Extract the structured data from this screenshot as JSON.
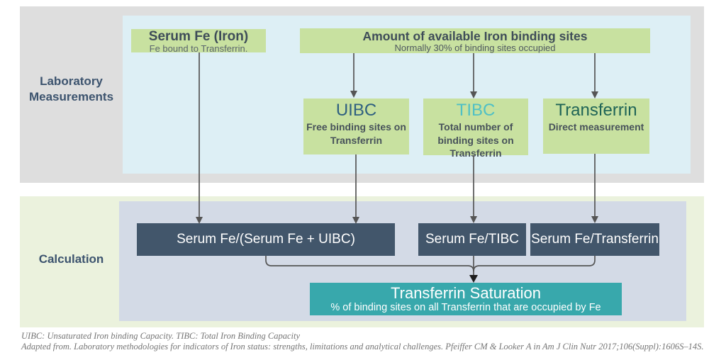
{
  "palette": {
    "lab_section_bg": "#dedede",
    "lab_inner_bg": "#ddeff5",
    "measurement_box_green": "#c8e1a0",
    "calc_section_bg": "#ebf2dd",
    "calc_inner_bg": "#d3dae6",
    "formula_box_slate": "#42566b",
    "result_box_teal": "#38a8ac",
    "section_label_text": "#3c536e",
    "uibc_title_text": "#2f6080",
    "tibc_title_text": "#4fc0c5",
    "transferrin_title_text": "#1f6456",
    "connector_gray": "#555555"
  },
  "lab_section": {
    "label": "Laboratory\nMeasurements",
    "serum_fe": {
      "title": "Serum Fe (Iron)",
      "subtitle": "Fe bound to Transferrin."
    },
    "binding_sites": {
      "title": "Amount of available Iron binding sites",
      "subtitle": "Normally 30% of binding sites occupied"
    },
    "uibc": {
      "title": "UIBC",
      "subtitle": "Free binding sites on Transferrin"
    },
    "tibc": {
      "title": "TIBC",
      "subtitle": "Total number of binding sites on Transferrin"
    },
    "transferrin": {
      "title": "Transferrin",
      "subtitle": "Direct measurement"
    }
  },
  "calc_section": {
    "label": "Calculation",
    "formula_uibc": "Serum Fe/(Serum Fe + UIBC)",
    "formula_tibc": "Serum Fe/TIBC",
    "formula_transferrin": "Serum Fe/Transferrin",
    "result": {
      "title": "Transferrin Saturation",
      "subtitle": "% of binding sites on all Transferrin that are occupied by Fe"
    }
  },
  "footnotes": {
    "line1": "UIBC: Unsaturated Iron binding Capacity. TIBC: Total Iron Binding Capacity",
    "line2": "Adapted from. Laboratory methodologies for indicators of Iron status: strengths, limitations and analytical challenges. Pfeiffer CM & Looker A in Am J Clin Nutr 2017;106(Suppl):1606S–14S."
  }
}
